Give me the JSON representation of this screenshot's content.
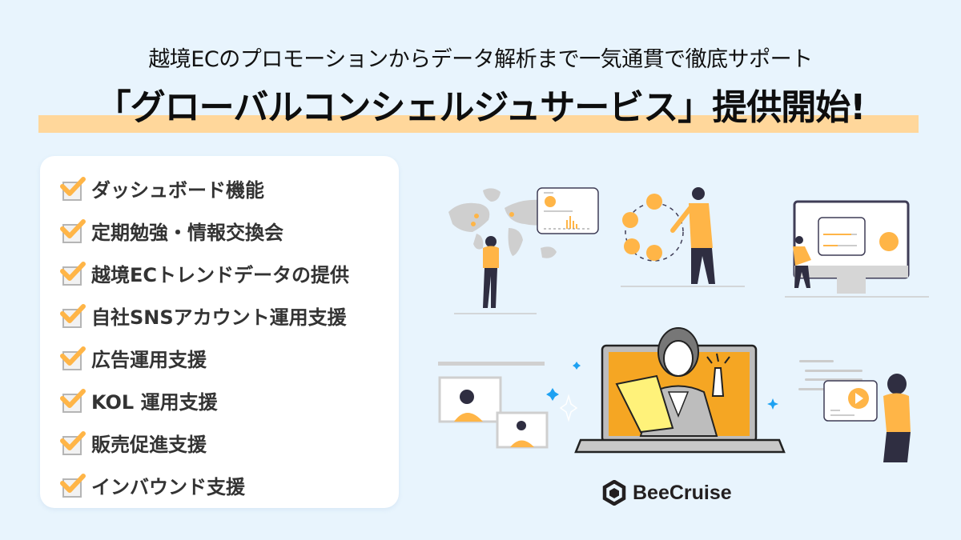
{
  "header": {
    "subtitle": "越境ECのプロモーションからデータ解析まで一気通貫で徹底サポート",
    "title": "「グローバルコンシェルジュサービス」提供開始!"
  },
  "features": {
    "items": [
      {
        "label": "ダッシュボード機能"
      },
      {
        "label": "定期勉強・情報交換会"
      },
      {
        "label": "越境ECトレンドデータの提供"
      },
      {
        "label": "自社SNSアカウント運用支援"
      },
      {
        "label": "広告運用支援"
      },
      {
        "label": "KOL 運用支援"
      },
      {
        "label": "販売促進支援"
      },
      {
        "label": "インバウンド支援"
      }
    ]
  },
  "brand": {
    "name": "BeeCruise",
    "logo_icon": "hexagon-logo-icon"
  },
  "colors": {
    "background": "#E8F4FD",
    "accent": "#FFB547",
    "highlight": "#FFD79B",
    "text": "#222222",
    "dark": "#2F2E41",
    "sparkle": "#1DA1F2"
  },
  "illustrations": [
    {
      "name": "world-map-analytics",
      "icon": "world-map-icon"
    },
    {
      "name": "social-media-network",
      "icon": "social-circle-icon"
    },
    {
      "name": "desktop-dashboard",
      "icon": "monitor-icon"
    },
    {
      "name": "video-call",
      "icon": "video-call-icon"
    },
    {
      "name": "concierge-laptop",
      "icon": "laptop-concierge-icon"
    },
    {
      "name": "video-content",
      "icon": "play-button-icon"
    }
  ]
}
